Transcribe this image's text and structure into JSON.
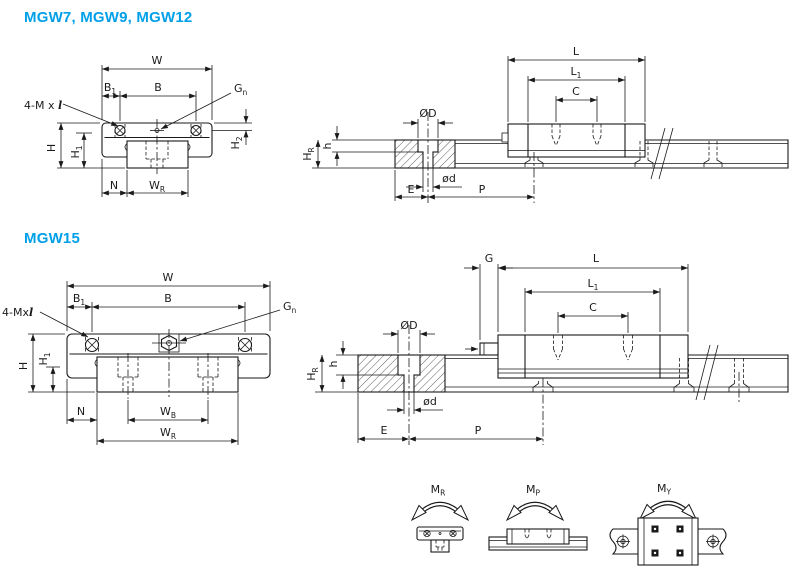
{
  "page": {
    "background": "#FFFFFF"
  },
  "colors": {
    "accent": "#00A0E9",
    "line": "#1A1A1A"
  },
  "sections": {
    "s1": {
      "title": "MGW7, MGW9, MGW12"
    },
    "s2": {
      "title": "MGW15"
    }
  },
  "labels": {
    "w": {
      "base": "W",
      "sub": ""
    },
    "b1": {
      "base": "B",
      "sub": "1"
    },
    "b": {
      "base": "B",
      "sub": ""
    },
    "gn": {
      "base": "G",
      "sub": "n"
    },
    "h": {
      "base": "H",
      "sub": ""
    },
    "h1": {
      "base": "H",
      "sub": "1"
    },
    "h2": {
      "base": "H",
      "sub": "2"
    },
    "n": {
      "base": "N",
      "sub": ""
    },
    "wr": {
      "base": "W",
      "sub": "R"
    },
    "wb": {
      "base": "W",
      "sub": "B"
    },
    "hr": {
      "base": "H",
      "sub": "R"
    },
    "hsmall": {
      "base": "h",
      "sub": ""
    },
    "dia_big": {
      "base": "ØD",
      "sub": ""
    },
    "dia_small": {
      "base": "ød",
      "sub": ""
    },
    "e": {
      "base": "E",
      "sub": ""
    },
    "p": {
      "base": "P",
      "sub": ""
    },
    "l": {
      "base": "L",
      "sub": ""
    },
    "l1": {
      "base": "L",
      "sub": "1"
    },
    "c": {
      "base": "C",
      "sub": ""
    },
    "g": {
      "base": "G",
      "sub": ""
    },
    "mr": {
      "base": "M",
      "sub": "R"
    },
    "mp": {
      "base": "M",
      "sub": "P"
    },
    "my": {
      "base": "M",
      "sub": "Y"
    },
    "bolt": {
      "prefix": "4-M x ",
      "script": "l"
    },
    "bolt2": {
      "prefix": "4-Mx",
      "script": "l"
    }
  }
}
